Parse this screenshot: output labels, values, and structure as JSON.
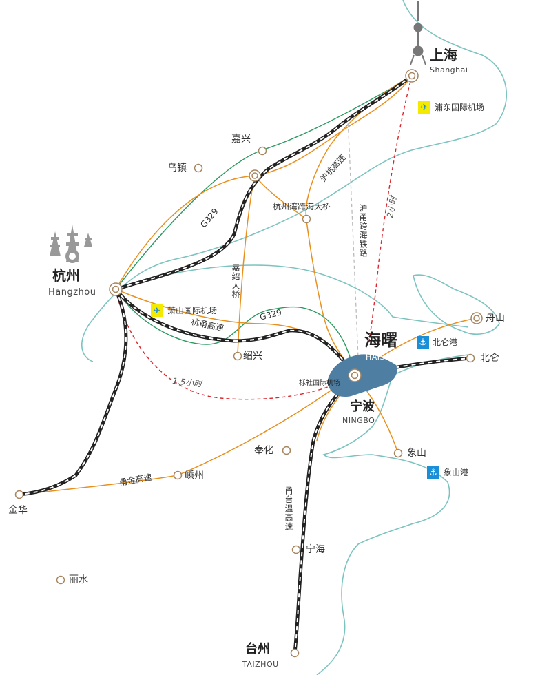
{
  "cities": {
    "shanghai": {
      "name": "上海",
      "pinyin": "Shanghai"
    },
    "hangzhou": {
      "name": "杭州",
      "pinyin": "Hangzhou"
    },
    "haishu": {
      "name": "海曙",
      "pinyin": "HAISHU"
    },
    "ningbo": {
      "name": "宁波",
      "pinyin": "NINGBO"
    },
    "taizhou": {
      "name": "台州",
      "pinyin": "TAIZHOU"
    },
    "jiaxing": "嘉兴",
    "wuzhen": "乌镇",
    "shaoxing": "绍兴",
    "zhoushan": "舟山",
    "beilun": "北仑",
    "fenghua": "奉化",
    "xiangshan": "象山",
    "shengzhou": "嵊州",
    "jinhua": "金华",
    "ninghai": "宁海",
    "lishui": "丽水"
  },
  "airports": {
    "pudong": "浦东国际机场",
    "xiaoshan": "萧山国际机场",
    "lishe": "栎社国际机场"
  },
  "ports": {
    "beilun": "北仑港",
    "xiangshan": "象山港"
  },
  "roads": {
    "g329_north": "G329",
    "g329_south": "G329",
    "huhang": "沪杭高速",
    "hangzhou_bay_bridge": "杭州湾跨海大桥",
    "jiashao_bridge": "嘉绍大桥",
    "huyong_railway": "沪甬跨海铁路",
    "hangyong": "杭甬高速",
    "yongjin": "甬金高速",
    "yongtaiwen": "甬台温高速"
  },
  "times": {
    "hangzhou_ningbo": "1.5小时",
    "shanghai_ningbo": "2小时"
  },
  "colors": {
    "coast": "#7cc3c0",
    "highway": "#e8901e",
    "g329": "#2a9a60",
    "rail": "#222222",
    "dashed_time": "#d8272d",
    "railway_proposed": "#bbbbbb",
    "haishu_district": "#4f7ea3",
    "airport_bg": "#f3ea00",
    "port_bg": "#1a8fd8"
  },
  "icons": {
    "airport": "airplane-icon",
    "port": "anchor-icon",
    "city": "circle-marker-icon",
    "tower": "tv-tower-icon",
    "pagoda": "pagoda-icon"
  }
}
